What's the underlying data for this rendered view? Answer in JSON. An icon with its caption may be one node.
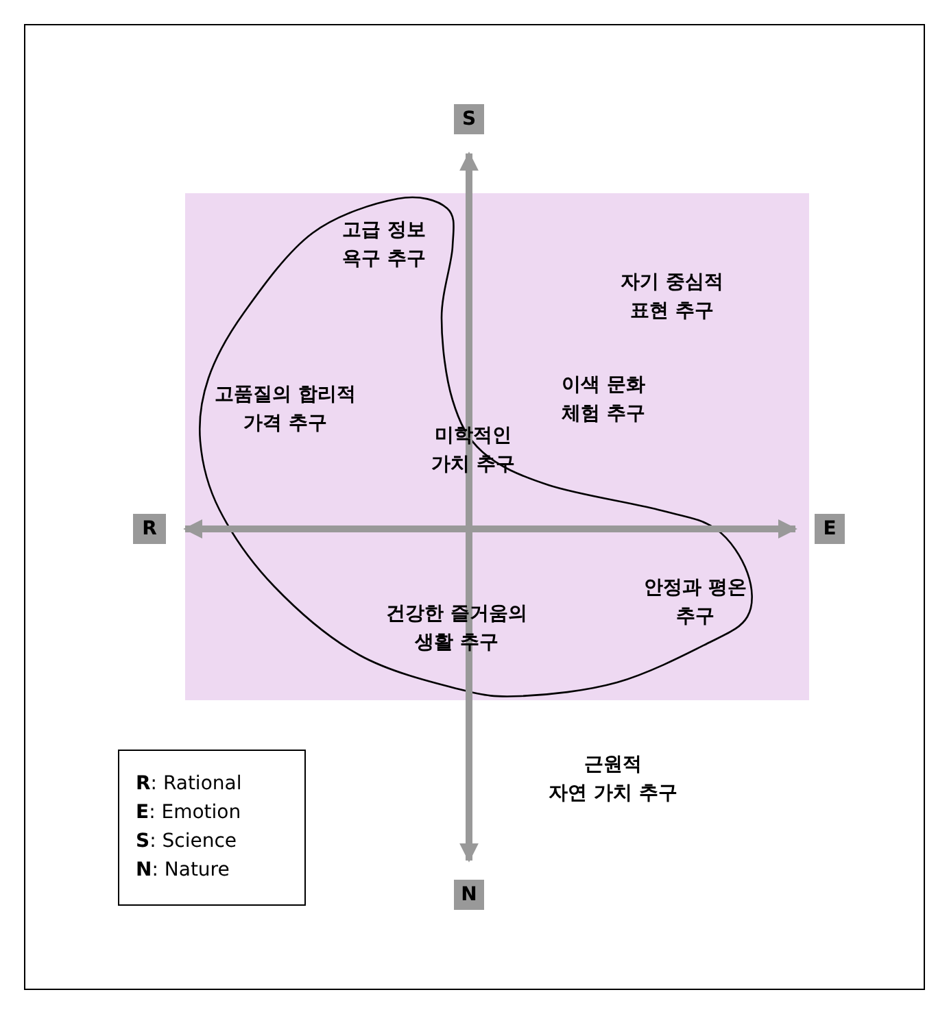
{
  "diagram": {
    "nodes": [
      {
        "text": [
          "S"
        ]
      },
      {
        "text": [
          "R"
        ]
      },
      {
        "text": [
          "E"
        ]
      },
      {
        "text": [
          "N"
        ]
      },
      {
        "text": [
          "**R**: Rational",
          "**E**: Emotion",
          "**S**: Science",
          "**N**: Nature"
        ]
      }
    ],
    "edges": [
      {
        "from": 0,
        "to": 3,
        "arrow": "both"
      },
      {
        "from": 1,
        "to": 2,
        "arrow": "both"
      }
    ],
    "labels": [
      "고급 정보 욕구 추구",
      "자기 중심적 표현 추구",
      "이색 문화 체험 추구",
      "고품질의 합리적 가격 추구",
      "미학적인 가치 추구",
      "안정과 평온 추구",
      "건강한 즐거움의 생활 추구",
      "근원적 자연 가치 추구"
    ]
  }
}
